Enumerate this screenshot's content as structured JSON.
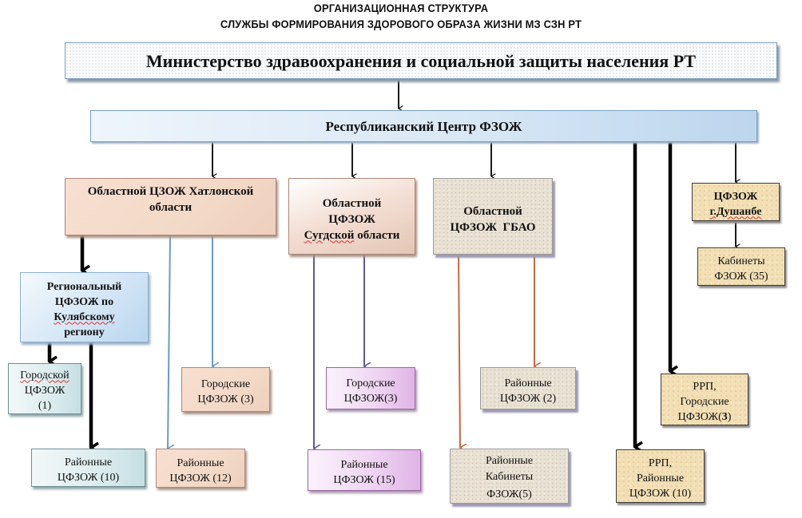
{
  "header": {
    "title_line1": "ОРГАНИЗАЦИОННАЯ  СТРУКТУРА",
    "title_line2": "СЛУЖБЫ ФОРМИРОВАНИЯ  ЗДОРОВОГО ОБРАЗА ЖИЗНИ МЗ СЗН РТ"
  },
  "nodes": {
    "ministry": "Министерство здравоохранения и социальной защиты населения РТ",
    "republican_center": "Республиканский Центр ФЗОЖ",
    "khatlon": "Областной ЦЗОЖ Хатлонской области",
    "sughd_l1": "Областной",
    "sughd_l2": "ЦФЗОЖ",
    "sughd_l3": "Сугдской",
    "sughd_l3b": " области",
    "gbao_l1": "Областной",
    "gbao_l2": "ЦФЗОЖ  ГБАО",
    "dushanbe_l1": "ЦФЗОЖ",
    "dushanbe_l2": "г.Душанбе",
    "dushanbe_cabinets_l1": "Кабинеты",
    "dushanbe_cabinets_l2": "ФЗОЖ (35)",
    "kulyab_l1": "Региональный",
    "kulyab_l2": "ЦФЗОЖ по",
    "kulyab_l3": "Кулябскому",
    "kulyab_l4": "региону",
    "kulyab_city_l1": "Городской",
    "kulyab_city_l2": "ЦФЗОЖ",
    "kulyab_city_l3": "(1)",
    "kulyab_district_l1": "Районные",
    "kulyab_district_l2": "ЦФЗОЖ (10)",
    "khatlon_city_l1": "Городские",
    "khatlon_city_l2": "ЦФЗОЖ (3)",
    "khatlon_district_l1": "Районные",
    "khatlon_district_l2": "ЦФЗОЖ (12)",
    "sughd_city_l1": "Городские",
    "sughd_city_l2": "ЦФЗОЖ(3)",
    "sughd_district_l1": "Районные",
    "sughd_district_l2": "ЦФЗОЖ (15)",
    "gbao_district_l1": "Районные",
    "gbao_district_l2": "ЦФЗОЖ (2)",
    "gbao_cabinets_l1": "Районные",
    "gbao_cabinets_l2": "Кабинеты",
    "gbao_cabinets_l3": "ФЗОЖ(5)",
    "rrp_city_l1": "РРП,",
    "rrp_city_l2": "Городские",
    "rrp_city_l3a": "ЦФЗОЖ(",
    "rrp_city_l3b": "3",
    "rrp_city_l3c": ")",
    "rrp_district_l1": "РРП,",
    "rrp_district_l2": "Районные",
    "rrp_district_l3": "ЦФЗОЖ (10)"
  },
  "colors": {
    "arrow_black": "#000000",
    "arrow_khatlon": "#6b9bc3",
    "arrow_sughd": "#5d5a94",
    "arrow_gbao": "#c8683a"
  }
}
